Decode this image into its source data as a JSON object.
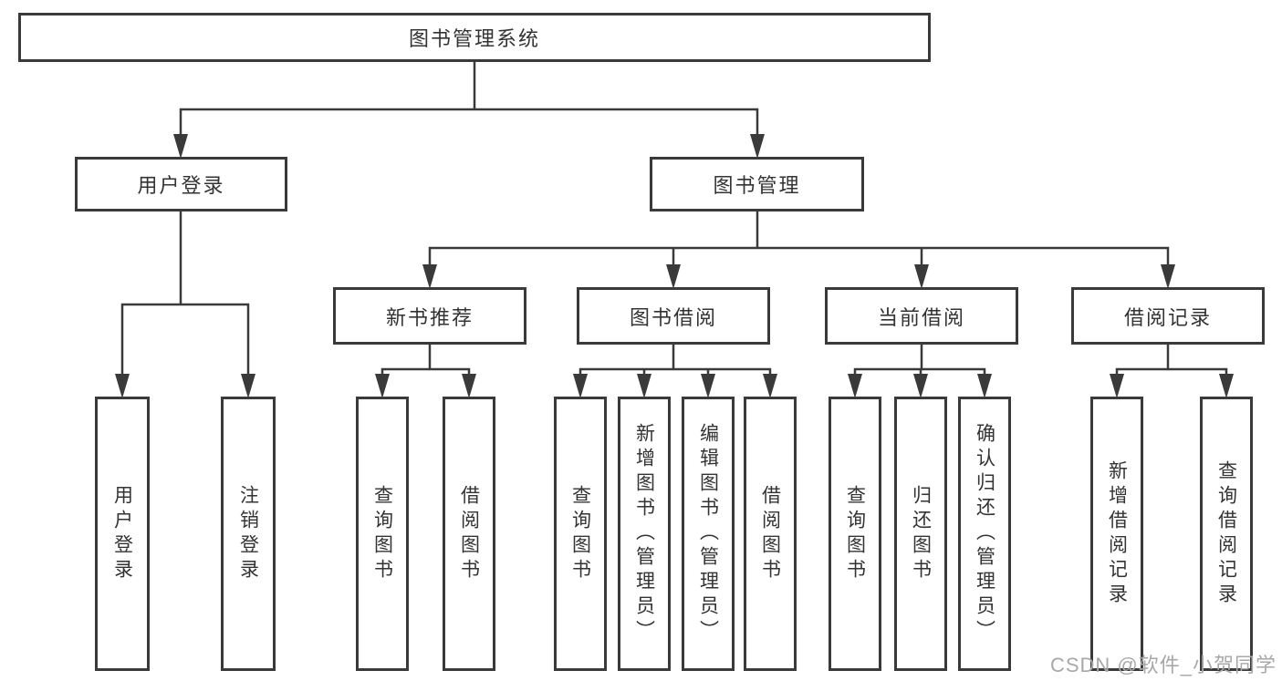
{
  "colors": {
    "line": "#3a3a3a",
    "text": "#333333",
    "background": "#ffffff",
    "watermark": "#a8a8a8"
  },
  "watermark": "CSDN @软件_小贺同学",
  "tree": {
    "label": "图书管理系统",
    "children": [
      {
        "label": "用户登录",
        "children": [
          {
            "label": "用户登录"
          },
          {
            "label": "注销登录"
          }
        ]
      },
      {
        "label": "图书管理",
        "children": [
          {
            "label": "新书推荐",
            "children": [
              {
                "label": "查询图书"
              },
              {
                "label": "借阅图书"
              }
            ]
          },
          {
            "label": "图书借阅",
            "children": [
              {
                "label": "查询图书"
              },
              {
                "label": "新增图书（管理员）"
              },
              {
                "label": "编辑图书（管理员）"
              },
              {
                "label": "借阅图书"
              }
            ]
          },
          {
            "label": "当前借阅",
            "children": [
              {
                "label": "查询图书"
              },
              {
                "label": "归还图书"
              },
              {
                "label": "确认归还（管理员）"
              }
            ]
          },
          {
            "label": "借阅记录",
            "children": [
              {
                "label": "新增借阅记录"
              },
              {
                "label": "查询借阅记录"
              }
            ]
          }
        ]
      }
    ]
  }
}
